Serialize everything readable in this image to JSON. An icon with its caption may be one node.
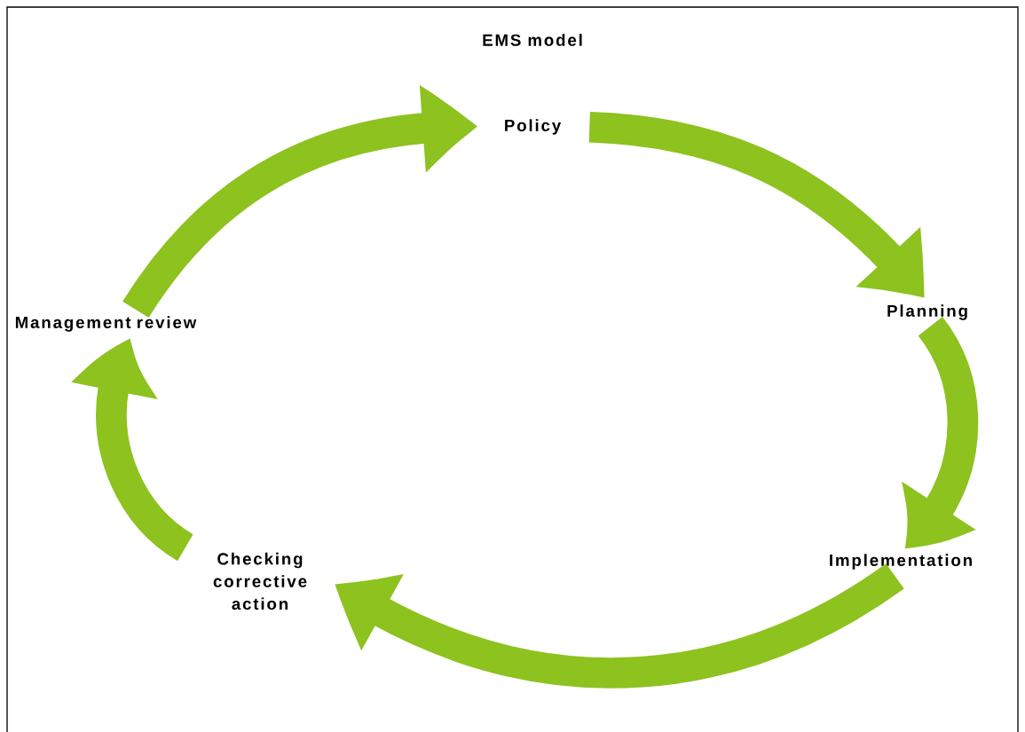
{
  "diagram": {
    "title": "EMS model",
    "nodes": [
      {
        "text": [
          "Policy"
        ]
      },
      {
        "text": [
          "Planning"
        ]
      },
      {
        "text": [
          "Implementation"
        ]
      },
      {
        "text": [
          "Checking corrective action"
        ]
      },
      {
        "text": [
          "Management review"
        ]
      }
    ],
    "edges": [
      {
        "from": 0,
        "to": 1,
        "arrow": "to"
      },
      {
        "from": 1,
        "to": 2,
        "arrow": "to"
      },
      {
        "from": 2,
        "to": 3,
        "arrow": "to"
      },
      {
        "from": 3,
        "to": 4,
        "arrow": "to"
      },
      {
        "from": 4,
        "to": 0,
        "arrow": "to"
      }
    ]
  }
}
